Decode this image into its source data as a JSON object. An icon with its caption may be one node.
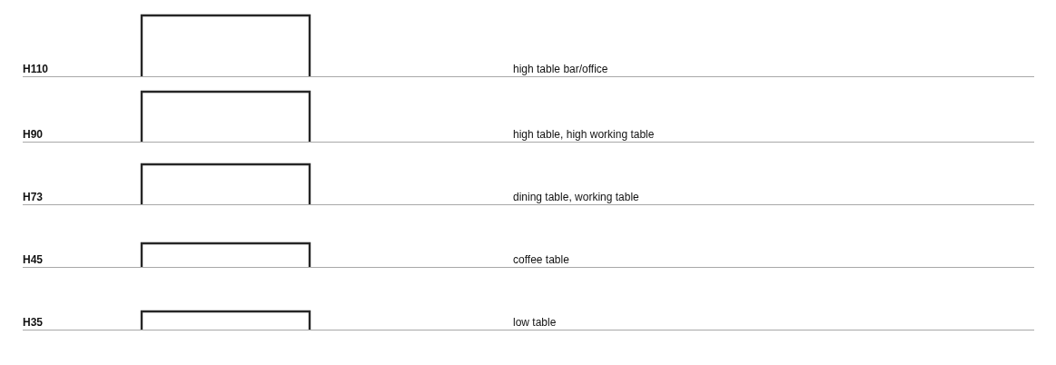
{
  "diagram": {
    "labels": [
      "H110",
      "high table bar/office",
      "H90",
      "high table, high working table",
      "H73",
      "dining table, working table",
      "H45",
      "coffee table",
      "H35",
      "low table"
    ]
  }
}
